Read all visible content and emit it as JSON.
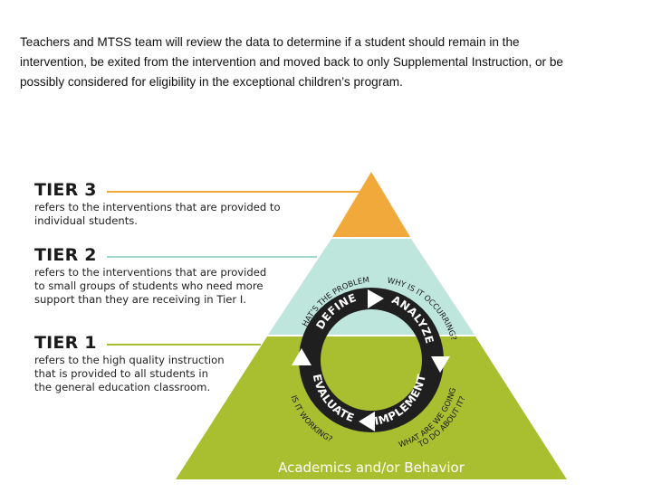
{
  "intro": {
    "line1": "Teachers and MTSS team will review the data to determine if a student should remain in the",
    "line2": "intervention, be exited from the intervention and moved back to only Supplemental Instruction, or be",
    "line3": "possibly considered for eligibility in the exceptional children’s program."
  },
  "tiers": {
    "tier3": {
      "title": "TIER 3",
      "desc1": "refers to the interventions that are provided to",
      "desc2": "individual students."
    },
    "tier2": {
      "title": "TIER 2",
      "desc1": "refers to the interventions that are provided",
      "desc2": "to small groups of students who need more",
      "desc3": "support than they are receiving in Tier I."
    },
    "tier1": {
      "title": "TIER 1",
      "desc1": "refers to the high quality instruction",
      "desc2": "that is provided to all students in",
      "desc3": "the general education classroom."
    }
  },
  "cycle": {
    "define": "DEFINE",
    "define_q": "WHAT’S THE PROBLEM?",
    "analyze": "ANALYZE",
    "analyze_q": "WHY IS IT OCCURRING?",
    "implement": "IMPLEMENT",
    "implement_q1": "WHAT ARE WE GOING",
    "implement_q2": "TO DO ABOUT IT?",
    "evaluate": "EVALUATE",
    "evaluate_q": "IS IT WORKING?"
  },
  "base_label": "Academics and/or Behavior",
  "colors": {
    "tier3": "#f0a93a",
    "tier2": "#bfe6dd",
    "tier1": "#a9bf2f",
    "tier3_line": "#f0a93a",
    "tier2_line": "#9fd8cc",
    "tier1_line": "#a9bf2f",
    "cycle": "#1f1f1f"
  }
}
